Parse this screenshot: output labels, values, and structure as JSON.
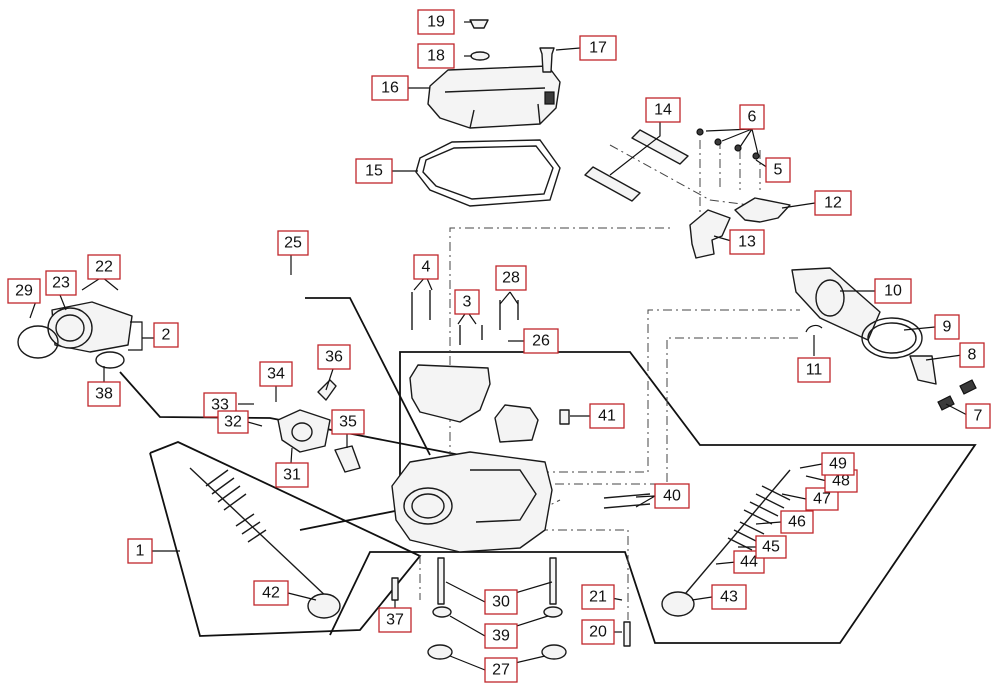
{
  "diagram": {
    "callouts": [
      "1",
      "2",
      "3",
      "4",
      "5",
      "6",
      "7",
      "8",
      "9",
      "10",
      "11",
      "12",
      "13",
      "14",
      "15",
      "16",
      "17",
      "18",
      "19",
      "20",
      "21",
      "22",
      "23",
      "25",
      "26",
      "27",
      "28",
      "29",
      "30",
      "31",
      "32",
      "33",
      "34",
      "35",
      "36",
      "37",
      "38",
      "39",
      "40",
      "41",
      "42",
      "43",
      "44",
      "45",
      "46",
      "47",
      "48",
      "49"
    ]
  },
  "colors": {
    "callout_border": "#c0262b",
    "line": "#1a1a1a",
    "background": "#ffffff"
  }
}
